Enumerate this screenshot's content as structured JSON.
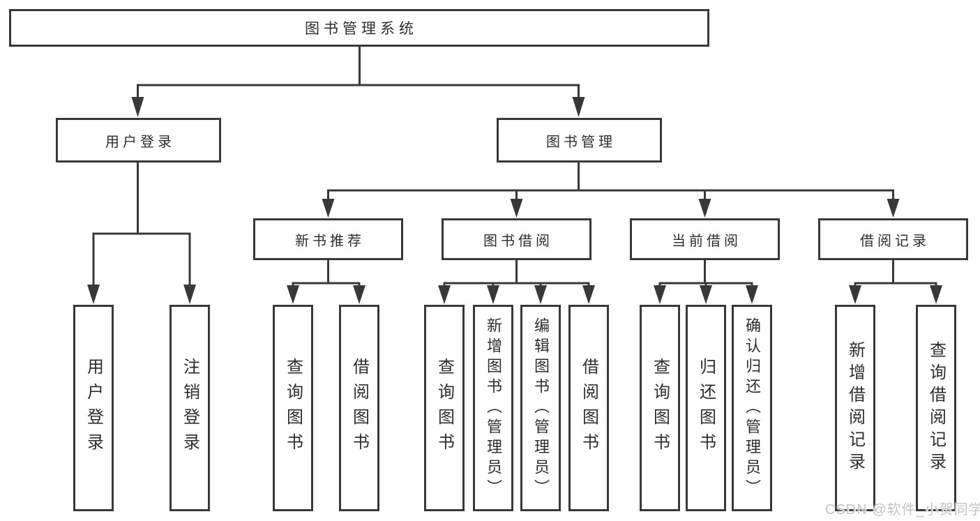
{
  "diagram": {
    "root": {
      "label": "图书管理系统"
    },
    "branches": [
      {
        "label": "用户登录",
        "children": [
          {
            "label": "用户登录"
          },
          {
            "label": "注销登录"
          }
        ]
      },
      {
        "label": "图书管理",
        "children": [
          {
            "label": "新书推荐",
            "children": [
              {
                "label": "查询图书"
              },
              {
                "label": "借阅图书"
              }
            ]
          },
          {
            "label": "图书借阅",
            "children": [
              {
                "label": "查询图书"
              },
              {
                "label": "新增图书（管理员）"
              },
              {
                "label": "编辑图书（管理员）"
              },
              {
                "label": "借阅图书"
              }
            ]
          },
          {
            "label": "当前借阅",
            "children": [
              {
                "label": "查询图书"
              },
              {
                "label": "归还图书"
              },
              {
                "label": "确认归还（管理员）"
              }
            ]
          },
          {
            "label": "借阅记录",
            "children": [
              {
                "label": "新增借阅记录"
              },
              {
                "label": "查询借阅记录"
              }
            ]
          }
        ]
      }
    ]
  },
  "watermark": {
    "text": "CSDN @软件_小贺同学"
  },
  "colors": {
    "line": "#383838",
    "text": "#2d2d2d",
    "background": "#ffffff",
    "watermark_text": "#c3c3c3"
  }
}
